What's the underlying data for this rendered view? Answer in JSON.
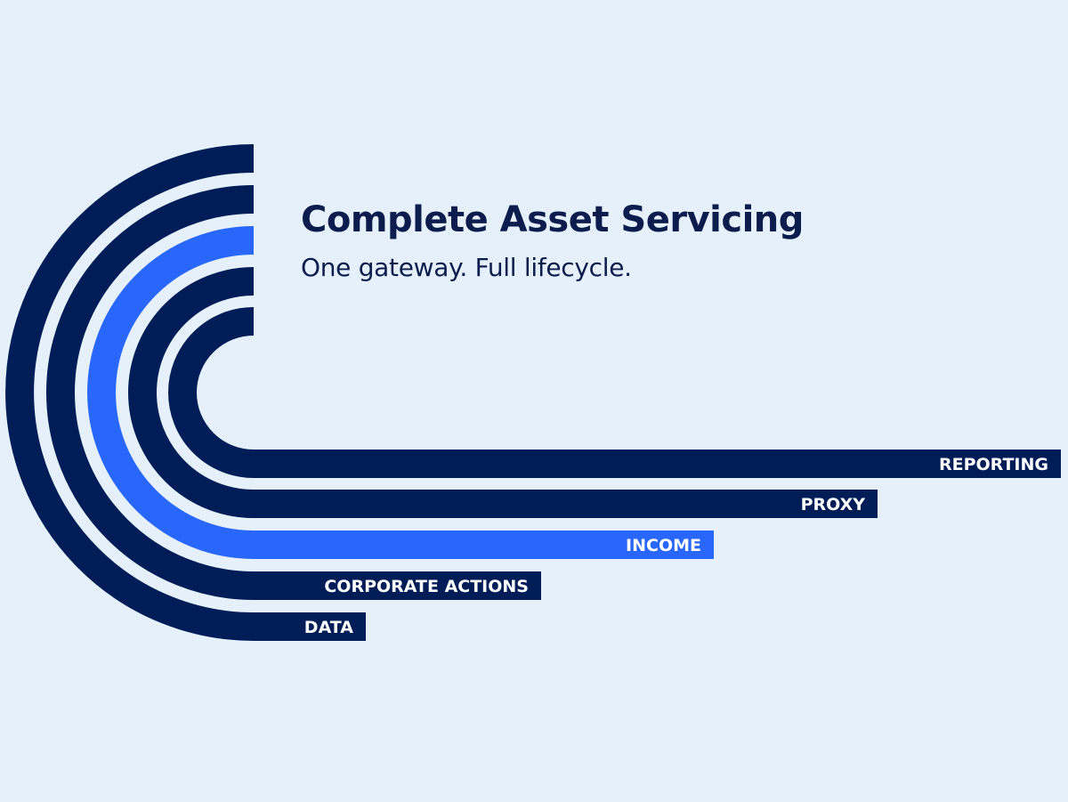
{
  "header": {
    "title": "Complete Asset Servicing",
    "subtitle": "One gateway. Full lifecycle."
  },
  "colors": {
    "background": "#e5f0fa",
    "navy": "#001d57",
    "highlight": "#2867fa",
    "text": "#0c1c4d",
    "label_text": "#ffffff"
  },
  "bands": [
    {
      "label": "DATA",
      "highlight": false
    },
    {
      "label": "CORPORATE ACTIONS",
      "highlight": false
    },
    {
      "label": "INCOME",
      "highlight": true
    },
    {
      "label": "PROXY",
      "highlight": false
    },
    {
      "label": "REPORTING",
      "highlight": false
    }
  ]
}
